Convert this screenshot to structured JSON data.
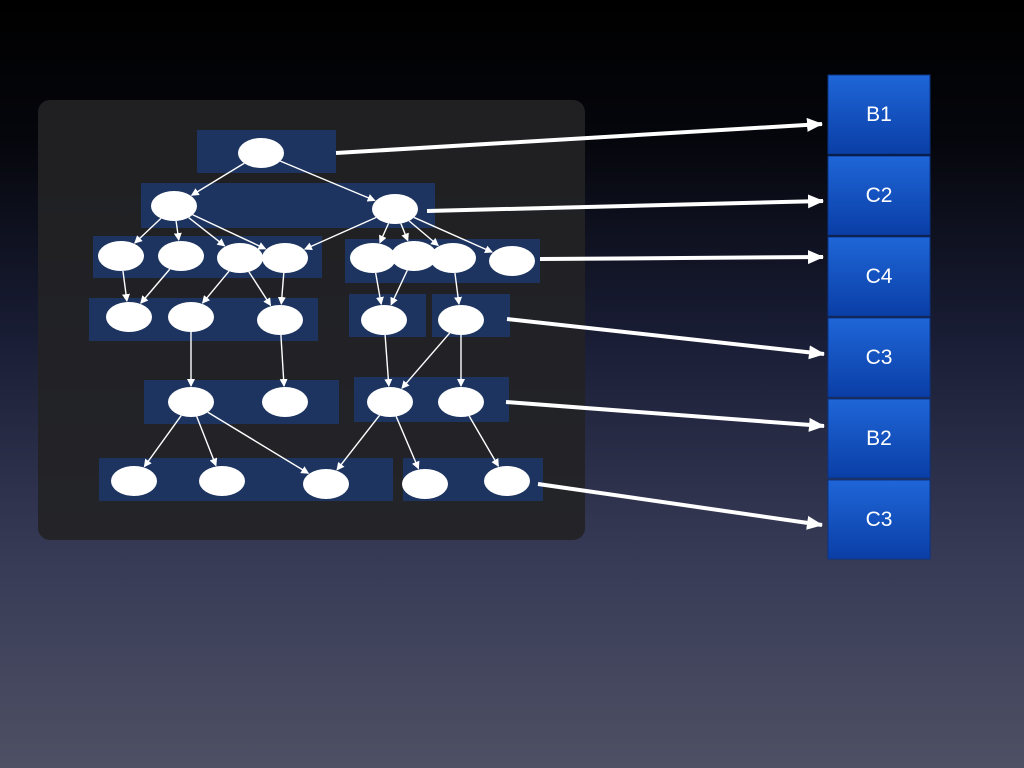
{
  "stack": {
    "cells": [
      {
        "label": "B1"
      },
      {
        "label": "C2"
      },
      {
        "label": "C4"
      },
      {
        "label": "C3"
      },
      {
        "label": "B2"
      },
      {
        "label": "C3"
      }
    ]
  },
  "colors": {
    "panel": "#232325",
    "group_band": "#1d3460",
    "node": "#ffffff",
    "edge": "#ffffff",
    "cell_top": "#1e63d6",
    "cell_bottom": "#0a3fa8",
    "cell_label": "#ffffff"
  }
}
